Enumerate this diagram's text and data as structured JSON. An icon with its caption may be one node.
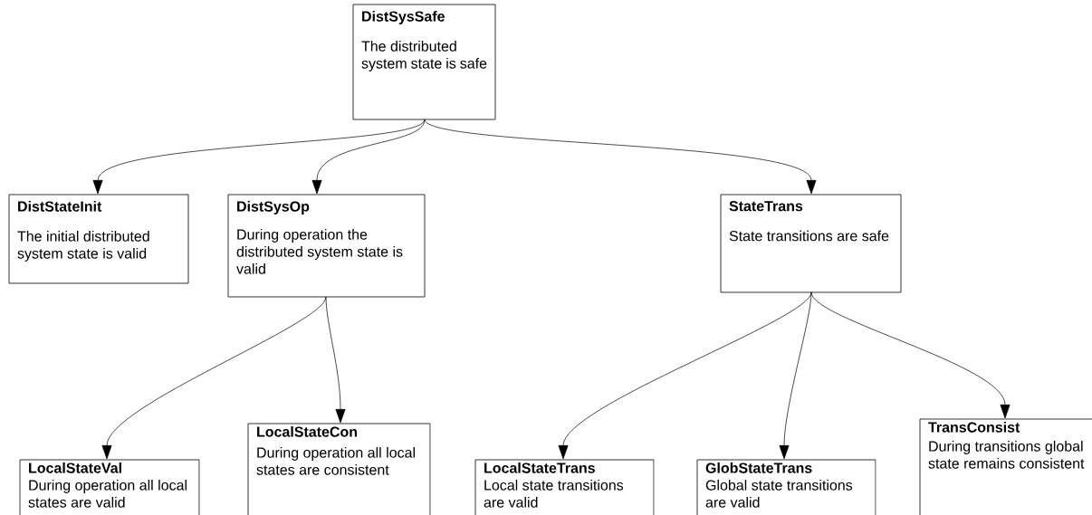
{
  "diagram": {
    "nodes": [
      {
        "text": [
          "DistSysSafe",
          "The distributed system state is safe"
        ]
      },
      {
        "text": [
          "DistStateInit",
          "The initial distributed system state is valid"
        ]
      },
      {
        "text": [
          "DistSysOp",
          "During operation the distributed system state is valid"
        ]
      },
      {
        "text": [
          "StateTrans",
          "State transitions are safe"
        ]
      },
      {
        "text": [
          "LocalStateVal",
          "During operation all local states are valid"
        ]
      },
      {
        "text": [
          "LocalStateCon",
          "During operation all local states are consistent"
        ]
      },
      {
        "text": [
          "LocalStateTrans",
          "Local state transitions are valid"
        ]
      },
      {
        "text": [
          "GlobStateTrans",
          "Global state transitions are valid"
        ]
      },
      {
        "text": [
          "TransConsist",
          "During transitions global state remains consistent"
        ]
      }
    ],
    "edges": [
      {
        "from": 0,
        "to": 1,
        "arrow": "to"
      },
      {
        "from": 0,
        "to": 2,
        "arrow": "to"
      },
      {
        "from": 0,
        "to": 3,
        "arrow": "to"
      },
      {
        "from": 2,
        "to": 4,
        "arrow": "to"
      },
      {
        "from": 2,
        "to": 5,
        "arrow": "to"
      },
      {
        "from": 3,
        "to": 6,
        "arrow": "to"
      },
      {
        "from": 3,
        "to": 7,
        "arrow": "to"
      },
      {
        "from": 3,
        "to": 8,
        "arrow": "to"
      }
    ]
  }
}
